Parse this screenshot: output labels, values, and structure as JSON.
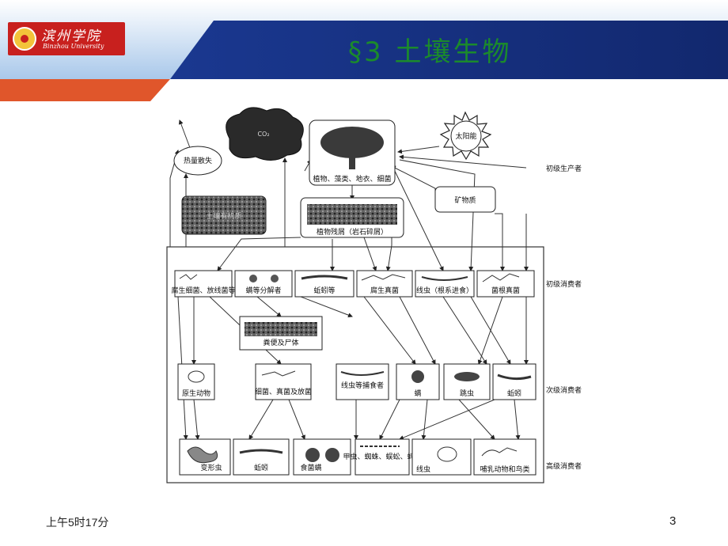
{
  "header": {
    "university_logo_cn": "滨州学院",
    "university_logo_en": "Binzhou University",
    "title": "§3  土壤生物"
  },
  "diagram": {
    "nodes": {
      "co2": "CO₂",
      "sun": "太阳能",
      "heat": "热量散失",
      "producers": "植物、藻类、地衣、细菌",
      "minerals": "矿物质",
      "organic": "土壤有机质",
      "residue": "植物残屑（岩石碎屑）",
      "saprophytic_bacteria": "腐生细菌、放线菌等",
      "mites_decomposers": "螨等分解者",
      "earthworm1": "蚯蚓等",
      "saprophytic_fungi": "腐生真菌",
      "nematode_root": "线虫（根系进食）",
      "mycorrhiza": "菌根真菌",
      "feces": "粪便及尸体",
      "protozoa": "原生动物",
      "bacteria_fungi": "细菌、真菌及放菌",
      "nematode_predator": "线虫等捕食者",
      "mite": "螨",
      "springtail": "跳虫",
      "earthworm2": "蚯蚓",
      "amoeba": "变形虫",
      "earthworm3": "蚯蚓",
      "food_mite": "食菌螨",
      "insects": "甲虫、蜘蛛、蜈蚣、蚂蚁",
      "nematode3": "线虫",
      "mammals_birds": "哺乳动物和鸟类"
    },
    "side_labels": {
      "primary_producer": "初级生产者",
      "primary_consumer": "初级消费者",
      "secondary_consumer": "次级消费者",
      "higher_consumer": "高级消费者"
    }
  },
  "footer": {
    "time": "上午5时17分",
    "page_number": "3"
  },
  "colors": {
    "title_green": "#1b8a2c",
    "logo_red": "#c8201e",
    "band_blue": "#1d3f95",
    "band_red": "#e0562b"
  }
}
